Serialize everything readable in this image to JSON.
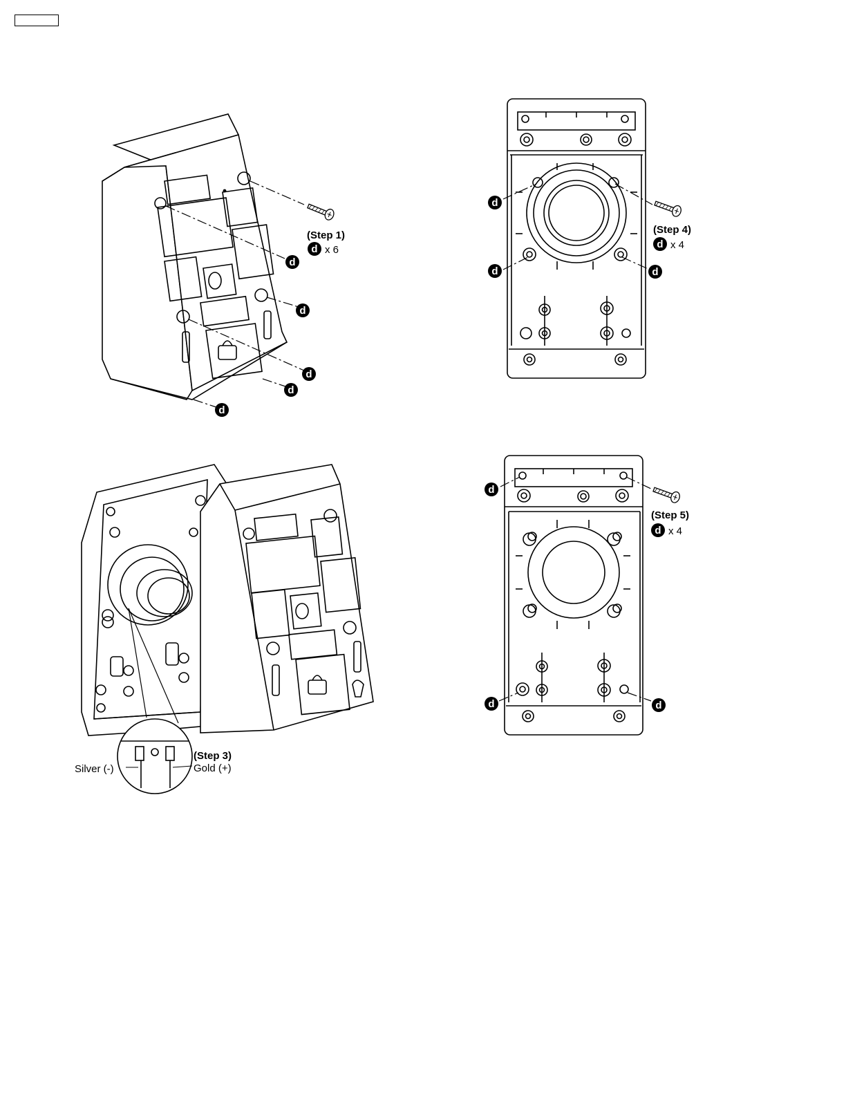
{
  "figures": {
    "step1": {
      "step_label": "(Step 1)",
      "qty_text": "x 6",
      "screw_mark": "d"
    },
    "step3": {
      "step_label": "(Step 3)",
      "wire_neg": "Silver (-)",
      "wire_pos": "Gold (+)"
    },
    "step4": {
      "step_label": "(Step 4)",
      "qty_text": "x 4",
      "screw_mark": "d"
    },
    "step5": {
      "step_label": "(Step 5)",
      "qty_text": "x 4",
      "screw_mark": "d"
    }
  },
  "icons": {
    "screw_marker": "screw-d-badge-icon",
    "screw": "screw-icon"
  },
  "colors": {
    "line": "#000000",
    "badge": "#000000",
    "background": "#ffffff"
  }
}
